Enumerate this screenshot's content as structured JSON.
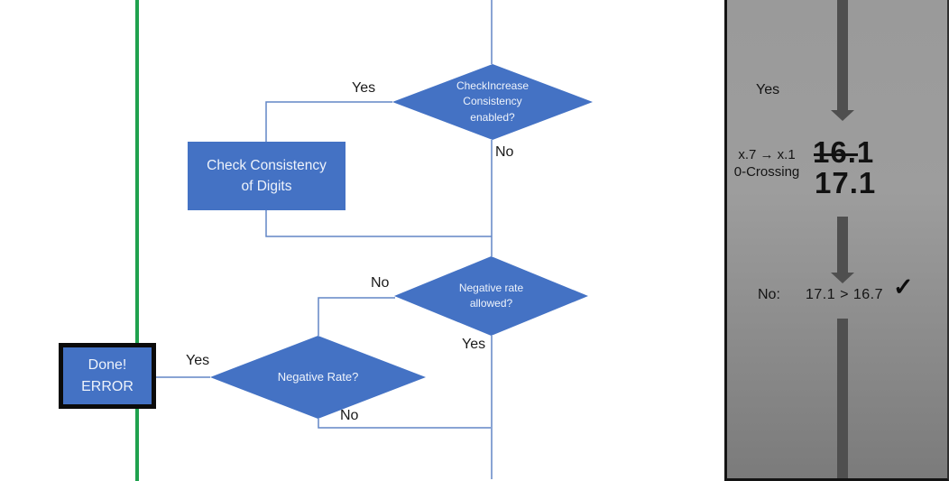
{
  "flowchart": {
    "diamond_check_increase": "CheckIncrease\nConsistency\nenabled?",
    "process_check_consistency": "Check Consistency\nof Digits",
    "diamond_rate_allowed": "Negative rate\nallowed?",
    "diamond_negative_rate": "Negative Rate?",
    "done_box": "Done!\nERROR",
    "labels": {
      "yes1": "Yes",
      "no1": "No",
      "no2": "No",
      "yes2": "Yes",
      "yes3": "Yes",
      "no3": "No"
    }
  },
  "panel": {
    "yes_label": "Yes",
    "case": "x.7 → x.1\n0-Crossing",
    "old_value": "16.1",
    "new_value": "17.1",
    "result": {
      "no_label": "No:",
      "comparison": "17.1 > 16.7",
      "check": "✓"
    }
  },
  "colors": {
    "shape_fill": "#4472C4",
    "shape_text": "#EEF3FB",
    "connector": "#6286C6",
    "green_line": "#1FA24E",
    "panel_gray_top": "#9A9A9A",
    "panel_gray_bottom": "#7B7B7B",
    "panel_arrow": "#4F4F4F",
    "done_border": "#0B0B0B"
  }
}
